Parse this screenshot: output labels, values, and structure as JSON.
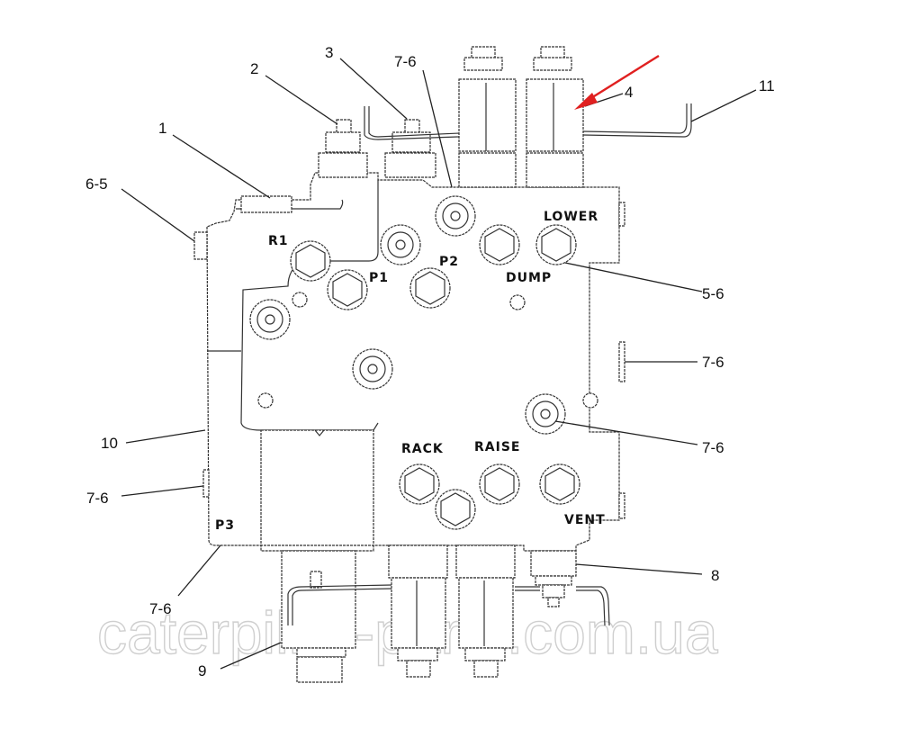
{
  "diagram": {
    "callouts": {
      "c1": "1",
      "c2": "2",
      "c3": "3",
      "c4": "4",
      "c11": "11",
      "c65": "6-5",
      "c76_top": "7-6",
      "c56": "5-6",
      "c76_right1": "7-6",
      "c76_right2": "7-6",
      "c10": "10",
      "c76_left": "7-6",
      "c76_bottom": "7-6",
      "c8": "8",
      "c9": "9"
    },
    "ports": {
      "r1": "R1",
      "p1": "P1",
      "p2": "P2",
      "lower": "LOWER",
      "dump": "DUMP",
      "rack": "RACK",
      "raise": "RAISE",
      "vent": "VENT",
      "p3": "P3"
    },
    "watermark": "caterpillar-parts.com.ua",
    "highlight_color": "#e02020"
  }
}
